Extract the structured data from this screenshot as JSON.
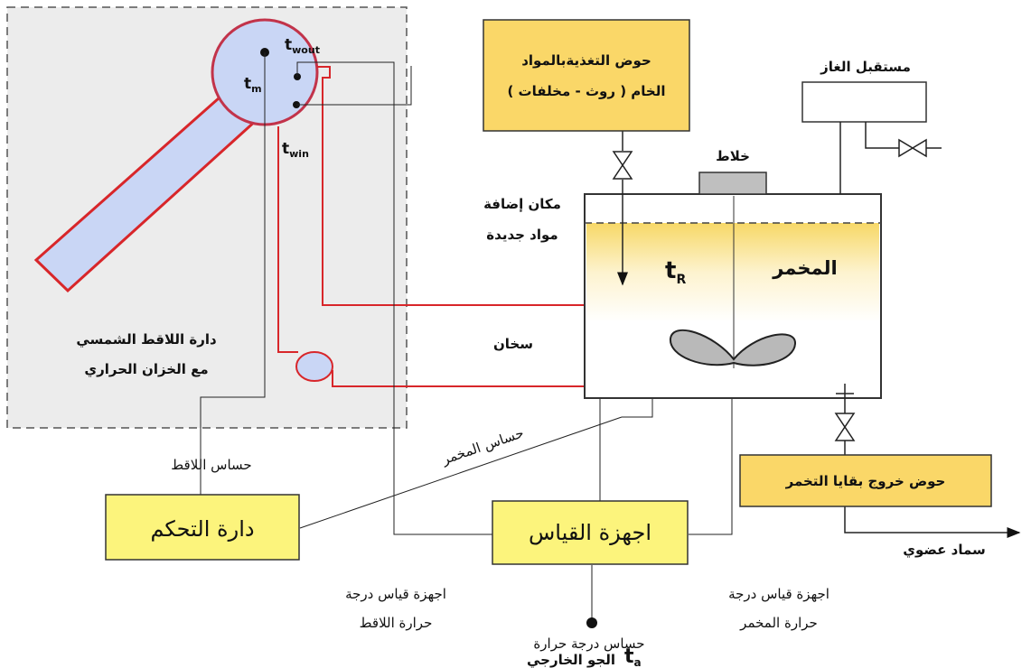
{
  "labels": {
    "feed_tank_line1": "حوض التغذيةبالمواد",
    "feed_tank_line2": "الخام ( روث - مخلفات )",
    "gas_receiver": "مستقبل الغاز",
    "mixer": "خلاط",
    "add_place_line1": "مكان إضافة",
    "add_place_line2": "مواد جديدة",
    "fermenter": "المخمر",
    "heater": "سخان",
    "solar_loop_line1": "دارة اللاقط الشمسي",
    "solar_loop_line2": "مع الخزان الحراري",
    "collector_sensor": "حساس اللاقط",
    "fermenter_sensor": "حساس المخمر",
    "control_circuit": "دارة التحكم",
    "measuring_devices": "اجهزة القياس",
    "outlet_tank": "حوض خروج بقايا التخمر",
    "organic_fertilizer": "سماد عضوي",
    "collector_temp_line1": "اجهزة قياس درجة",
    "collector_temp_line2": "حرارة  اللاقط",
    "fermenter_temp_line1": "اجهزة قياس درجة",
    "fermenter_temp_line2": "حرارة المخمر",
    "ambient_sensor_line1": "حساس درجة حرارة",
    "ambient_sensor_line2": "الجو الخارجي"
  },
  "symbols": {
    "t_m": "t",
    "t_m_sub": "m",
    "t_wout": "t",
    "t_wout_sub": "wout",
    "t_win": "t",
    "t_win_sub": "win",
    "t_R": "t",
    "t_R_sub": "R",
    "t_a": "t",
    "t_a_sub": "a"
  },
  "colors": {
    "box_fill": "#fcec7a",
    "box_fill_feed": "#fad768",
    "pipe_red": "#d8262a",
    "collector_fill": "#c9d6f5",
    "panel_fill": "#ececec",
    "fermenter_liquid": "#fbe9a8"
  }
}
